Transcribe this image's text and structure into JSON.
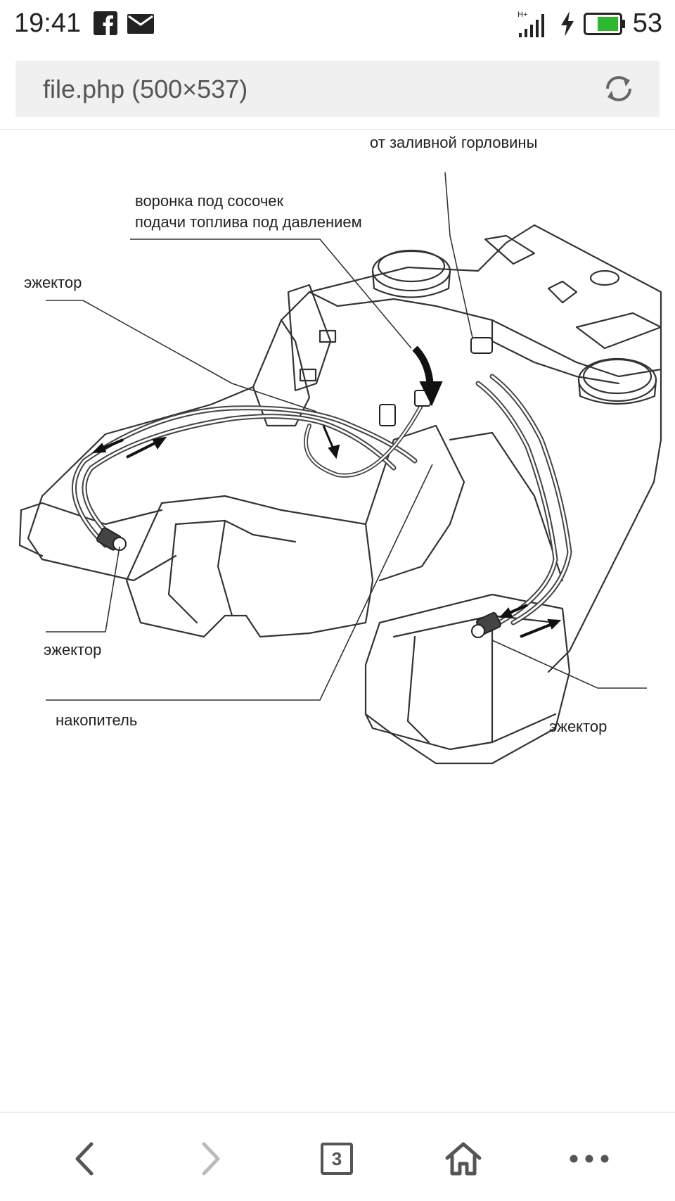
{
  "status_bar": {
    "time": "19:41",
    "network_label": "H+",
    "battery_percent": "53",
    "icons": [
      "facebook-icon",
      "mail-icon",
      "signal-icon",
      "charging-icon",
      "battery-icon"
    ]
  },
  "address_bar": {
    "title": "file.php (500×537)",
    "refresh_icon": "refresh-icon"
  },
  "diagram": {
    "labels": {
      "filler_neck": "от заливной горловины",
      "funnel_line1": "воронка под сосочек",
      "funnel_line2": "подачи топлива под давлением",
      "ejector_top_left": "эжектор",
      "ejector_bottom_left": "эжектор",
      "accumulator": "накопитель",
      "ejector_bottom_right": "эжектор"
    }
  },
  "toolbar": {
    "tab_count": "3",
    "icons": [
      "back-icon",
      "forward-icon",
      "tabs-icon",
      "home-icon",
      "more-icon"
    ]
  },
  "colors": {
    "status_text": "#222222",
    "address_bg": "#f0f0f0",
    "battery_fill": "#2db82d",
    "toolbar_icon": "#555555",
    "toolbar_icon_disabled": "#bbbbbb"
  }
}
